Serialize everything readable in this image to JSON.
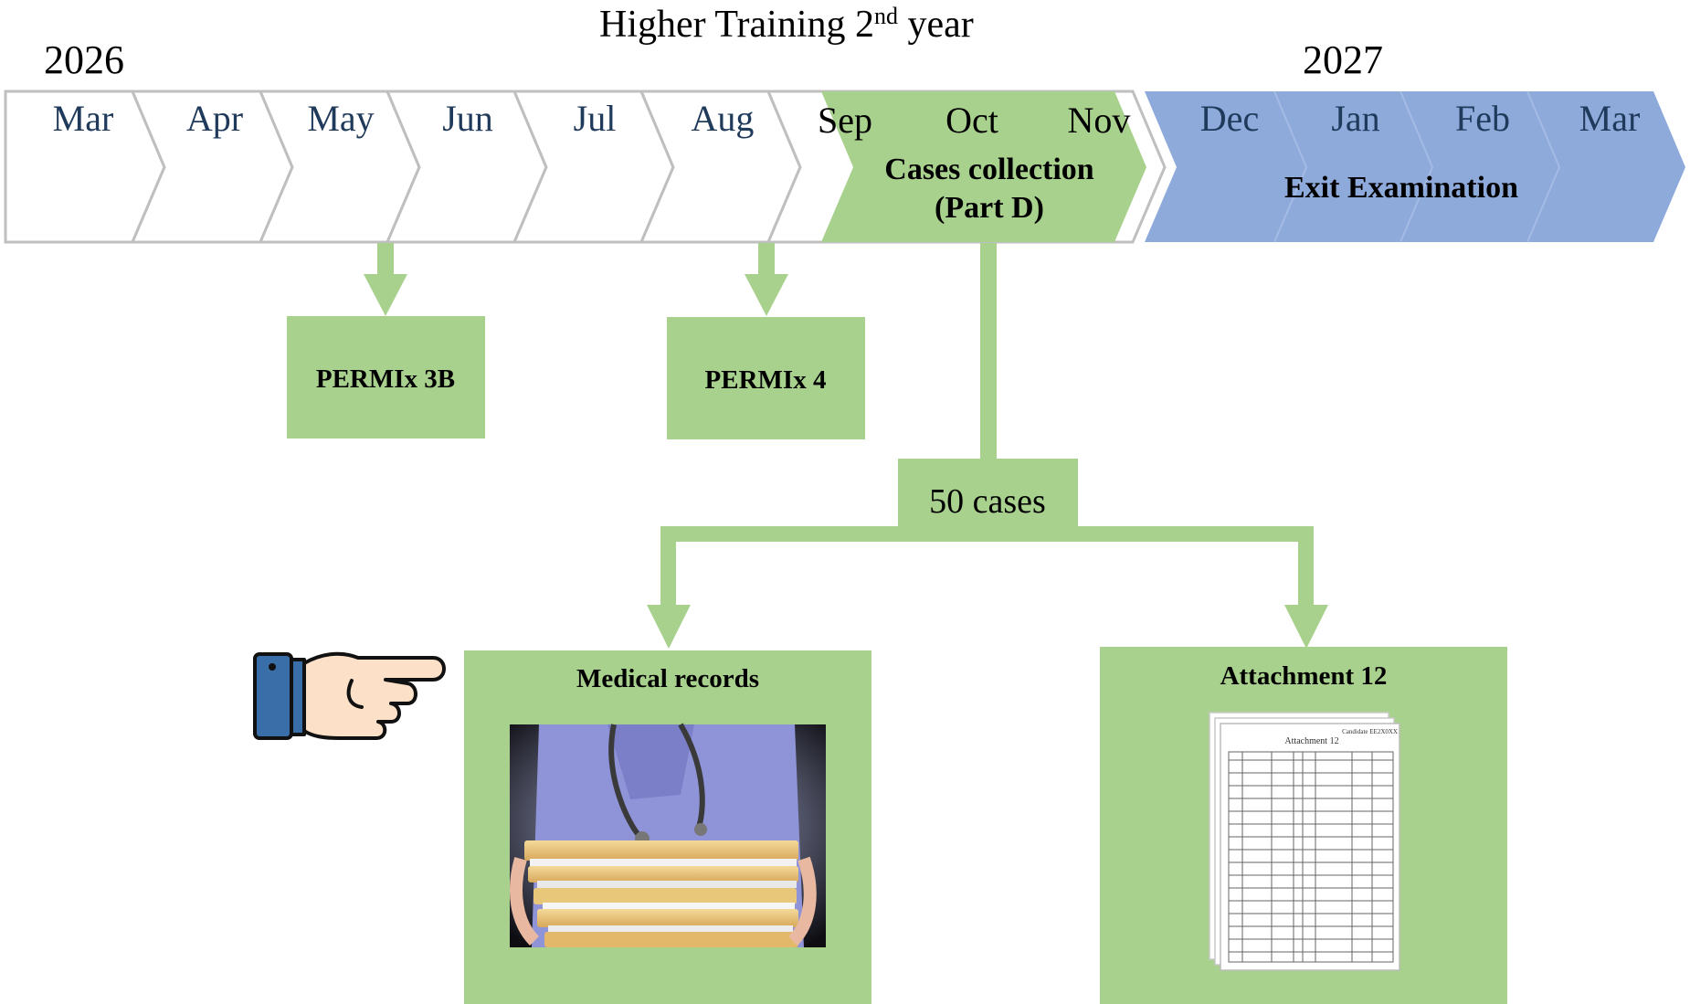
{
  "title_main": "Higher Training 2",
  "title_sup": "nd",
  "title_tail": " year",
  "year_left": "2026",
  "year_right": "2027",
  "months_2026": [
    "Mar",
    "Apr",
    "May",
    "Jun",
    "Jul",
    "Aug"
  ],
  "phase_cases": {
    "months": [
      "Sep",
      "Oct",
      "Nov"
    ],
    "line1": "Cases collection",
    "line2": "(Part D)"
  },
  "phase_exit": {
    "months": [
      "Dec",
      "Jan",
      "Feb",
      "Mar"
    ],
    "label": "Exit Examination"
  },
  "permix_3b": "PERMIx 3B",
  "permix_4": "PERMIx 4",
  "cases_count": "50 cases",
  "medical_records": "Medical records",
  "attachment": {
    "title": "Attachment 12",
    "doc_title": "Attachment 12",
    "doc_candidate": "Candidate EE2X0XX"
  },
  "colors": {
    "green": "#a9d18e",
    "blue": "#8eaadb",
    "month_text": "#1f3a5a",
    "chevron_outline": "#bfbfbf"
  },
  "icons": {
    "pointer": "pointing-hand-icon",
    "photo": "medical-records-photo"
  }
}
